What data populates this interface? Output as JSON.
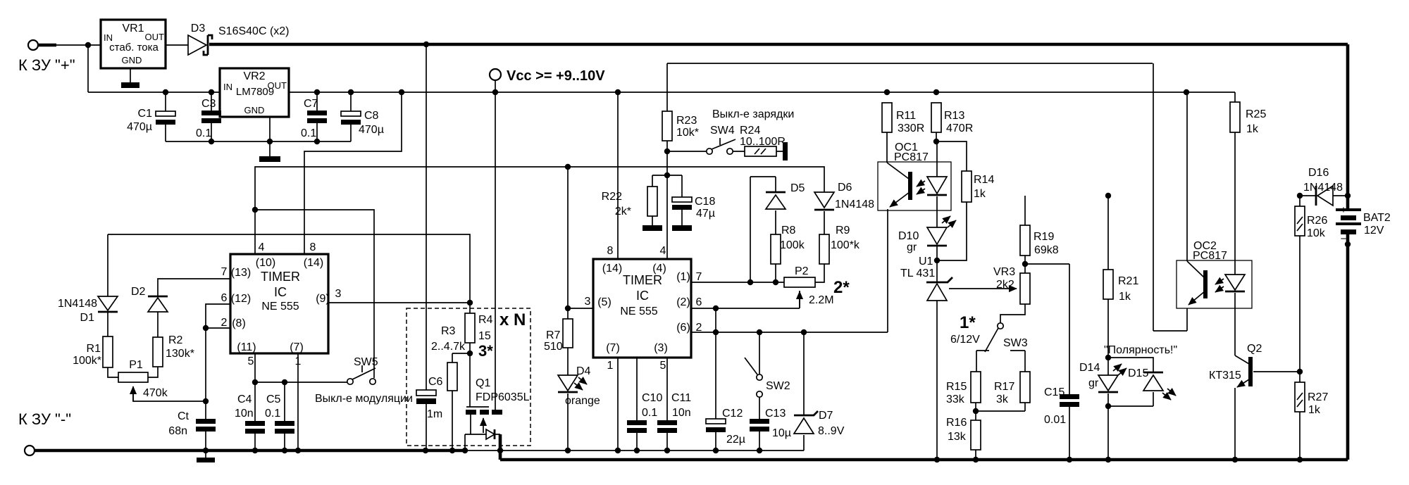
{
  "terminals": {
    "plus": "К ЗУ \"+\"",
    "minus": "К ЗУ \"-\"",
    "vcc": "Vcc >= +9..10V"
  },
  "vr1": {
    "ref": "VR1",
    "func": "стаб. тока",
    "in": "IN",
    "out": "OUT",
    "gnd": "GND"
  },
  "vr2": {
    "ref": "VR2",
    "part": "LM7809",
    "in": "IN",
    "out": "OUT",
    "gnd": "GND"
  },
  "t1": {
    "big": "TIMER",
    "ic": "IC",
    "ne": "NE 555",
    "p4": "4",
    "p8": "8",
    "p7": "7",
    "p6": "6",
    "p2": "2",
    "p3": "3",
    "p5": "5",
    "p1": "1",
    "i10": "(10)",
    "i14": "(14)",
    "i13": "(13)",
    "i12": "(12)",
    "i8": "(8)",
    "i11": "(11)",
    "i7": "(7)",
    "i9": "(9)"
  },
  "t2": {
    "big": "TIMER",
    "ic": "IC",
    "ne": "NE 555",
    "p8": "8",
    "p4": "4",
    "p3": "3",
    "p7": "7",
    "p6": "6",
    "p2": "2",
    "p1": "1",
    "p5": "5",
    "i14": "(14)",
    "i4": "(4)",
    "i5": "(5)",
    "i1": "(1)",
    "i2": "(2)",
    "i6": "(6)",
    "i7": "(7)",
    "i3": "(3)"
  },
  "parts": {
    "d3": {
      "ref": "D3",
      "val": "S16S40C (x2)"
    },
    "c1": {
      "ref": "C1",
      "val": "470µ"
    },
    "c3": {
      "ref": "C3",
      "val": "0.1"
    },
    "c7": {
      "ref": "C7",
      "val": "0.1"
    },
    "c8": {
      "ref": "C8",
      "val": "470µ"
    },
    "d1": {
      "ref": "D1",
      "val": "1N4148"
    },
    "d2": {
      "ref": "D2"
    },
    "r1": {
      "ref": "R1",
      "val": "100k*"
    },
    "r2": {
      "ref": "R2",
      "val": "130k*"
    },
    "p1": {
      "ref": "P1",
      "val": "470k"
    },
    "ct": {
      "ref": "Ct",
      "val": "68n"
    },
    "c4": {
      "ref": "C4",
      "val": "10n"
    },
    "c5": {
      "ref": "C5",
      "val": "0.1"
    },
    "sw5": {
      "ref": "SW5",
      "note": "Выкл-е модуляции"
    },
    "c6": {
      "ref": "C6",
      "val": "1m"
    },
    "r3": {
      "ref": "R3",
      "val": "2..4.7k"
    },
    "r4": {
      "ref": "R4",
      "val": "15"
    },
    "q1": {
      "ref": "Q1",
      "val": "FDP6035L"
    },
    "r7": {
      "ref": "R7",
      "val": "510"
    },
    "d4": {
      "ref": "D4",
      "val": "orange"
    },
    "r22": {
      "ref": "R22",
      "val": "2k*"
    },
    "c18": {
      "ref": "C18",
      "val": "47µ"
    },
    "r23": {
      "ref": "R23",
      "val": "10k*"
    },
    "sw4": {
      "ref": "SW4",
      "note": "Выкл-е зарядки"
    },
    "r24": {
      "ref": "R24",
      "val": "10..100R"
    },
    "d5": {
      "ref": "D5"
    },
    "d6": {
      "ref": "D6",
      "val": "1N4148"
    },
    "r8": {
      "ref": "R8",
      "val": "100k"
    },
    "r9": {
      "ref": "R9",
      "val": "100*k"
    },
    "p2": {
      "ref": "P2",
      "val": "2.2M"
    },
    "c10": {
      "ref": "C10",
      "val": "0.1"
    },
    "c11": {
      "ref": "C11",
      "val": "10n"
    },
    "c12": {
      "ref": "C12",
      "val": "22µ"
    },
    "c13": {
      "ref": "C13",
      "val": "10µ"
    },
    "sw2": {
      "ref": "SW2"
    },
    "d7": {
      "ref": "D7",
      "val": "8..9V"
    },
    "r11": {
      "ref": "R11",
      "val": "330R"
    },
    "r13": {
      "ref": "R13",
      "val": "470R"
    },
    "oc1": {
      "ref": "OC1",
      "val": "PC817"
    },
    "r14": {
      "ref": "R14",
      "val": "1k"
    },
    "d10": {
      "ref": "D10",
      "val": "gr"
    },
    "u1": {
      "ref": "U1",
      "val": "TL 431"
    },
    "r19": {
      "ref": "R19",
      "val": "69k8"
    },
    "vr3": {
      "ref": "VR3",
      "val": "2k2"
    },
    "sw3": {
      "ref": "SW3",
      "range": "6/12V"
    },
    "r15": {
      "ref": "R15",
      "val": "33k"
    },
    "r17": {
      "ref": "R17",
      "val": "3k"
    },
    "r16": {
      "ref": "R16",
      "val": "13k"
    },
    "c15": {
      "ref": "C15",
      "val": "0.01"
    },
    "d14": {
      "ref": "D14",
      "val": "gr"
    },
    "d15": {
      "ref": "D15"
    },
    "r21": {
      "ref": "R21",
      "val": "1k"
    },
    "oc2": {
      "ref": "OC2",
      "val": "PC817"
    },
    "q2": {
      "ref": "Q2",
      "val": "КТ315"
    },
    "r25": {
      "ref": "R25",
      "val": "1k"
    },
    "d16": {
      "ref": "D16",
      "val": "1N4148"
    },
    "r26": {
      "ref": "R26",
      "val": "10k"
    },
    "bat2": {
      "ref": "BAT2",
      "val": "12V",
      "plus": "+",
      "minus": "−"
    },
    "r27": {
      "ref": "R27",
      "val": "1k"
    }
  },
  "notes": {
    "polarity": "\"Полярность!\"",
    "xn": "x N",
    "m1": "1*",
    "m2": "2*",
    "m3": "3*"
  },
  "colors": {
    "green": "#00c400",
    "red": "#e80000",
    "orange": "#f7a11d"
  }
}
